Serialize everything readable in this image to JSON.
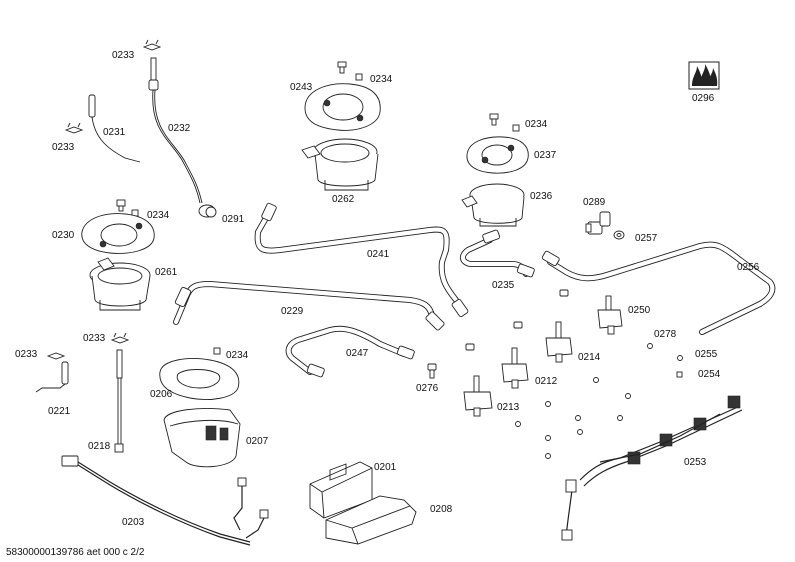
{
  "footer": {
    "document_code": "58300000139786 aet 000 c 2/2"
  },
  "parts": [
    {
      "id": "p0233a",
      "label": "0233"
    },
    {
      "id": "p0232",
      "label": "0232"
    },
    {
      "id": "p0231",
      "label": "0231"
    },
    {
      "id": "p0233b",
      "label": "0233"
    },
    {
      "id": "p0291",
      "label": "0291"
    },
    {
      "id": "p0234a",
      "label": "0234"
    },
    {
      "id": "p0230",
      "label": "0230"
    },
    {
      "id": "p0261",
      "label": "0261"
    },
    {
      "id": "p0243",
      "label": "0243"
    },
    {
      "id": "p0234b",
      "label": "0234"
    },
    {
      "id": "p0262",
      "label": "0262"
    },
    {
      "id": "p0234c",
      "label": "0234"
    },
    {
      "id": "p0237",
      "label": "0237"
    },
    {
      "id": "p0236",
      "label": "0236"
    },
    {
      "id": "p0296",
      "label": "0296"
    },
    {
      "id": "p0289",
      "label": "0289"
    },
    {
      "id": "p0257",
      "label": "0257"
    },
    {
      "id": "p0241",
      "label": "0241"
    },
    {
      "id": "p0256",
      "label": "0256"
    },
    {
      "id": "p0235",
      "label": "0235"
    },
    {
      "id": "p0229",
      "label": "0229"
    },
    {
      "id": "p0250",
      "label": "0250"
    },
    {
      "id": "p0278",
      "label": "0278"
    },
    {
      "id": "p0255",
      "label": "0255"
    },
    {
      "id": "p0254",
      "label": "0254"
    },
    {
      "id": "p0214",
      "label": "0214"
    },
    {
      "id": "p0212",
      "label": "0212"
    },
    {
      "id": "p0213",
      "label": "0213"
    },
    {
      "id": "p0233c",
      "label": "0233"
    },
    {
      "id": "p0233d",
      "label": "0233"
    },
    {
      "id": "p0234d",
      "label": "0234"
    },
    {
      "id": "p0206",
      "label": "0206"
    },
    {
      "id": "p0247",
      "label": "0247"
    },
    {
      "id": "p0276",
      "label": "0276"
    },
    {
      "id": "p0221",
      "label": "0221"
    },
    {
      "id": "p0218",
      "label": "0218"
    },
    {
      "id": "p0207",
      "label": "0207"
    },
    {
      "id": "p0253",
      "label": "0253"
    },
    {
      "id": "p0201",
      "label": "0201"
    },
    {
      "id": "p0208",
      "label": "0208"
    },
    {
      "id": "p0203",
      "label": "0203"
    }
  ]
}
